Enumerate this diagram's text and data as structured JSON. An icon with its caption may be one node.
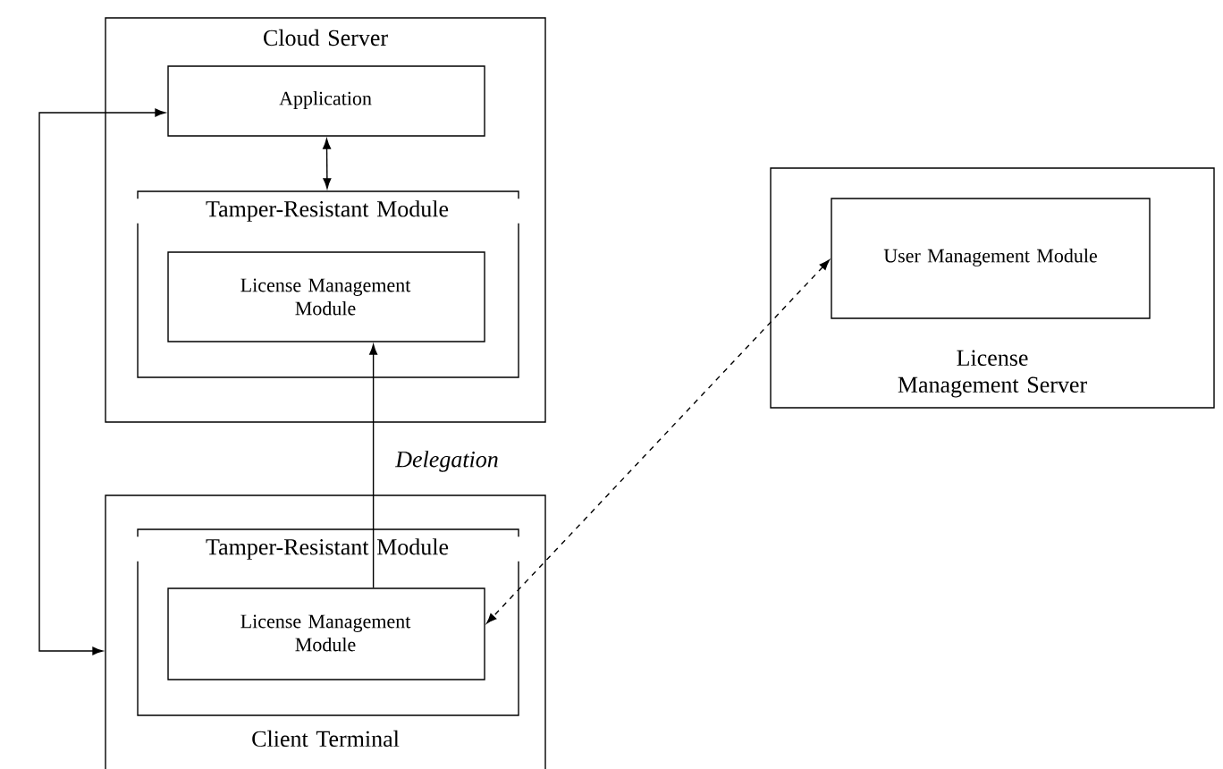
{
  "diagram": {
    "nodes": [
      {
        "text": [
          "Cloud Server"
        ]
      },
      {
        "text": [
          "Application"
        ],
        "in": 0
      },
      {
        "text": [
          "Tamper-Resistant Module"
        ],
        "in": 0
      },
      {
        "text": [
          "License Management Module"
        ],
        "in": 2
      },
      {
        "text": [
          "Client Terminal"
        ]
      },
      {
        "text": [
          "Tamper-Resistant Module"
        ],
        "in": 4
      },
      {
        "text": [
          "License Management Module"
        ],
        "in": 5
      },
      {
        "text": [
          "License Management Server"
        ]
      },
      {
        "text": [
          "User Management Module"
        ],
        "in": 7
      }
    ],
    "edges": [
      {
        "from": 1,
        "to": 2,
        "arrow": "both"
      },
      {
        "from": 6,
        "to": 3,
        "arrow": "to",
        "label": "Delegation"
      },
      {
        "from": 4,
        "to": 1,
        "arrow": "both"
      },
      {
        "from": 8,
        "to": 6,
        "arrow": "both",
        "style": "dashed"
      }
    ]
  }
}
